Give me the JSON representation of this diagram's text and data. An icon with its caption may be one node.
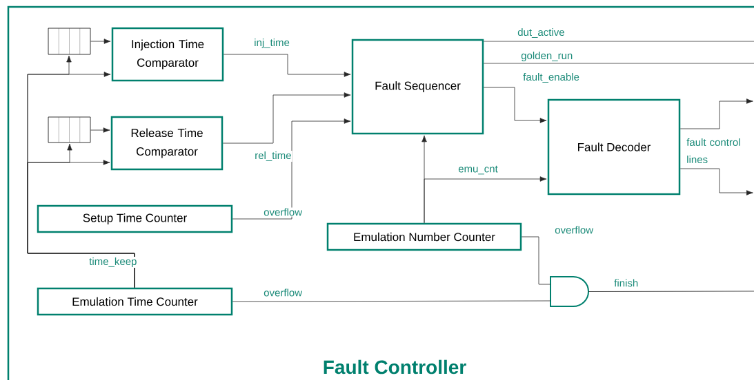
{
  "diagram": {
    "nodes": [
      {
        "text": [
          "Fault Controller"
        ]
      },
      {
        "text": [],
        "shape": "box",
        "in": 0
      },
      {
        "text": [
          "Injection Time Comparator"
        ],
        "in": 0
      },
      {
        "text": [],
        "shape": "box",
        "in": 0
      },
      {
        "text": [
          "Release Time Comparator"
        ],
        "in": 0
      },
      {
        "text": [
          "Setup Time Counter"
        ],
        "in": 0
      },
      {
        "text": [
          "Emulation Time Counter"
        ],
        "in": 0
      },
      {
        "text": [
          "Fault Sequencer"
        ],
        "in": 0
      },
      {
        "text": [
          "Emulation Number Counter"
        ],
        "in": 0
      },
      {
        "text": [
          "Fault Decoder"
        ],
        "in": 0
      },
      {
        "text": [],
        "shape": "gate",
        "in": 0
      }
    ],
    "edges": [
      {
        "from": 1,
        "to": 2,
        "arrow": "to"
      },
      {
        "from": 3,
        "to": 4,
        "arrow": "to"
      },
      {
        "from": 6,
        "to": 2,
        "arrow": "to",
        "label": "time_keep"
      },
      {
        "from": 6,
        "to": 1,
        "arrow": "to"
      },
      {
        "from": 6,
        "to": 4,
        "arrow": "to"
      },
      {
        "from": 6,
        "to": 3,
        "arrow": "to"
      },
      {
        "from": 2,
        "to": 7,
        "arrow": "to",
        "label": "inj_time"
      },
      {
        "from": 4,
        "to": 7,
        "arrow": "to",
        "label": "rel_time"
      },
      {
        "from": 5,
        "to": 7,
        "arrow": "to",
        "label": "overflow"
      },
      {
        "from": 8,
        "to": 7,
        "arrow": "to"
      },
      {
        "from": 8,
        "to": 9,
        "arrow": "to",
        "label": "emu_cnt"
      },
      {
        "from": 7,
        "to": 9,
        "arrow": "to",
        "label": "fault_enable"
      },
      {
        "from": 7,
        "to": null,
        "arrow": "none",
        "label": "dut_active"
      },
      {
        "from": 7,
        "to": null,
        "arrow": "none",
        "label": "golden_run"
      },
      {
        "from": 9,
        "to": null,
        "arrow": "to",
        "label": "fault control lines"
      },
      {
        "from": 9,
        "to": null,
        "arrow": "to"
      },
      {
        "from": 8,
        "to": 10,
        "arrow": "none",
        "label": "overflow"
      },
      {
        "from": 6,
        "to": 10,
        "arrow": "none",
        "label": "overflow"
      },
      {
        "from": 10,
        "to": null,
        "arrow": "none",
        "label": "finish"
      }
    ]
  }
}
